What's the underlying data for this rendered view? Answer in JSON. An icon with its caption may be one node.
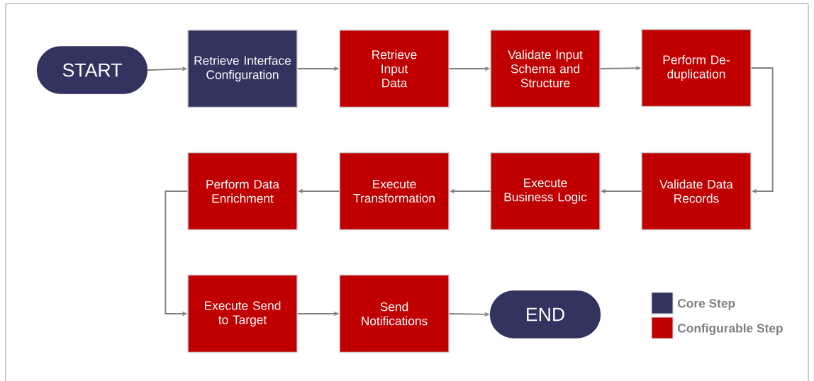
{
  "diagram": {
    "nodes": [
      {
        "text": [
          "START"
        ]
      },
      {
        "text": [
          "Retrieve Interface Configuration"
        ]
      },
      {
        "text": [
          "Retrieve Input Data"
        ]
      },
      {
        "text": [
          "Validate Input Schema and Structure"
        ]
      },
      {
        "text": [
          "Perform De-duplication"
        ]
      },
      {
        "text": [
          "Validate Data Records"
        ]
      },
      {
        "text": [
          "Execute Business Logic"
        ]
      },
      {
        "text": [
          "Execute Transformation"
        ]
      },
      {
        "text": [
          "Perform Data Enrichment"
        ]
      },
      {
        "text": [
          "Execute Send to Target"
        ]
      },
      {
        "text": [
          "Send Notifications"
        ]
      },
      {
        "text": [
          "END"
        ]
      }
    ],
    "edges": [
      {
        "from": 0,
        "to": 1,
        "arrow": "to"
      },
      {
        "from": 1,
        "to": 2,
        "arrow": "to"
      },
      {
        "from": 2,
        "to": 3,
        "arrow": "to"
      },
      {
        "from": 3,
        "to": 4,
        "arrow": "to"
      },
      {
        "from": 4,
        "to": 5,
        "arrow": "to"
      },
      {
        "from": 5,
        "to": 6,
        "arrow": "to"
      },
      {
        "from": 6,
        "to": 7,
        "arrow": "to"
      },
      {
        "from": 7,
        "to": 8,
        "arrow": "to"
      },
      {
        "from": 8,
        "to": 9,
        "arrow": "to"
      },
      {
        "from": 9,
        "to": 10,
        "arrow": "to"
      },
      {
        "from": 10,
        "to": 11,
        "arrow": "to"
      }
    ],
    "legend": [
      {
        "text": "Core Step",
        "color": "#33335f"
      },
      {
        "text": "Configurable Step",
        "color": "#c00000"
      }
    ]
  }
}
